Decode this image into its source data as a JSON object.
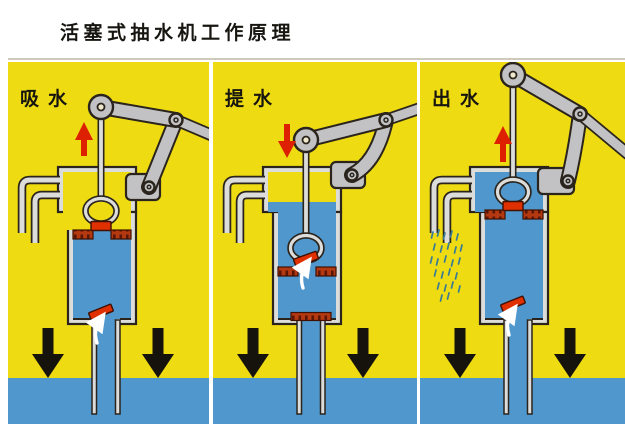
{
  "title": "活塞式抽水机工作原理",
  "panels": [
    {
      "id": "suction",
      "label": "吸水",
      "stroke_arrow": "up",
      "piston_valve": "closed",
      "foot_valve": "open"
    },
    {
      "id": "lifting",
      "label": "提水",
      "stroke_arrow": "down",
      "piston_valve": "open",
      "foot_valve": "closed"
    },
    {
      "id": "discharge",
      "label": "出水",
      "stroke_arrow": "up",
      "piston_valve": "closed",
      "foot_valve": "open"
    }
  ],
  "colors": {
    "background": "#ffffff",
    "panel_yellow": "#eedb12",
    "water_blue": "#4f97cc",
    "metal_gray": "#c2c2c4",
    "pipe_white": "#dcdcda",
    "outline": "#2a241c",
    "valve_red": "#e03000",
    "arrow_red": "#dd2000",
    "arrow_black": "#16130c",
    "droplet_blue": "#3a7b95",
    "hole_cream": "#efe8cc"
  }
}
